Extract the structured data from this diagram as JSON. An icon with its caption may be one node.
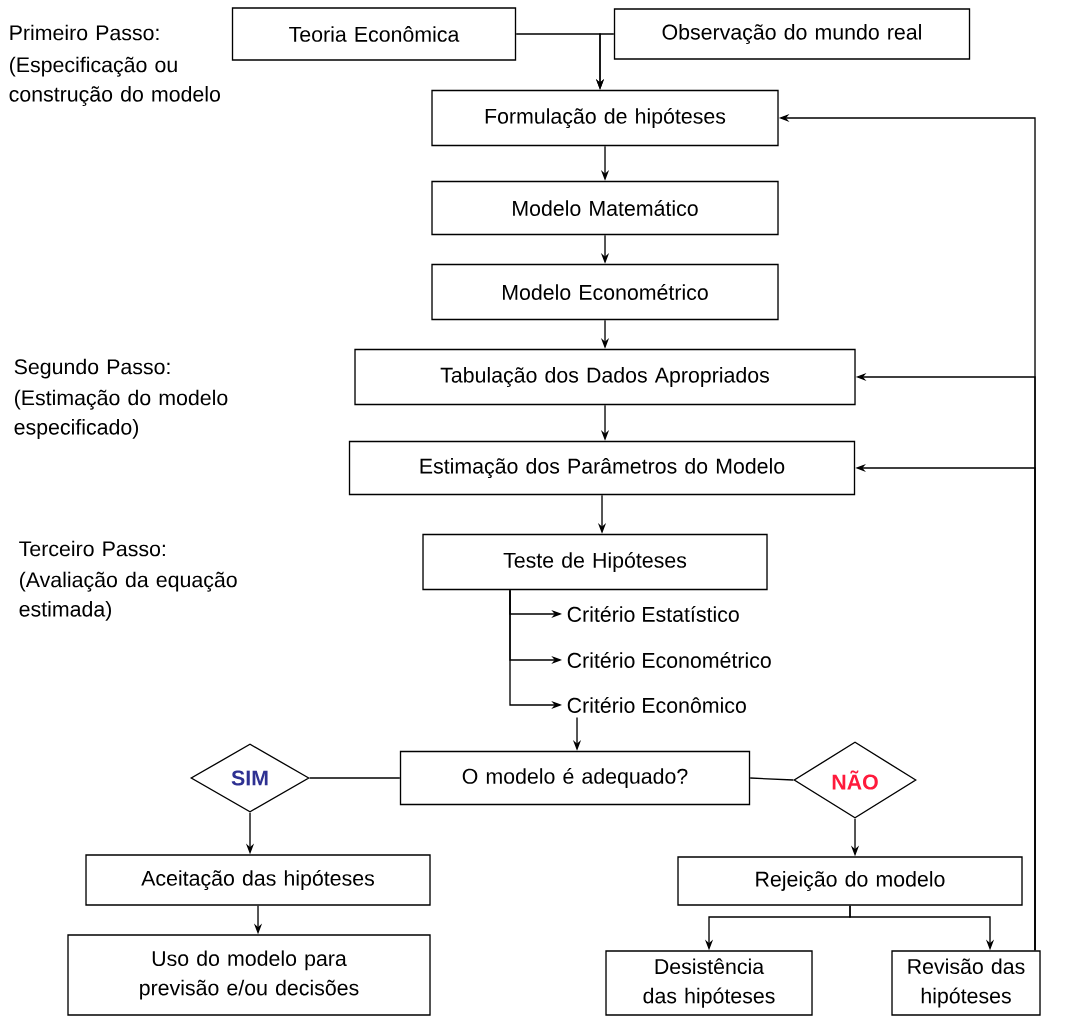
{
  "diagram": {
    "nodes": [
      {
        "text": [
          "Teoria Econômica"
        ]
      },
      {
        "text": [
          "Observação do mundo real"
        ]
      },
      {
        "text": [
          "Formulação de hipóteses"
        ]
      },
      {
        "text": [
          "Modelo Matemático"
        ]
      },
      {
        "text": [
          "Modelo Econométrico"
        ]
      },
      {
        "text": [
          "Tabulação dos Dados Apropriados"
        ]
      },
      {
        "text": [
          "Estimação dos Parâmetros do Modelo"
        ]
      },
      {
        "text": [
          "Teste de Hipóteses"
        ]
      },
      {
        "text": [
          "Critério Estatístico"
        ]
      },
      {
        "text": [
          "Critério Econométrico"
        ]
      },
      {
        "text": [
          "Critério Econômico"
        ]
      },
      {
        "text": [
          "O modelo é adequado?"
        ]
      },
      {
        "text": [
          "SIM"
        ]
      },
      {
        "text": [
          "NÃO"
        ]
      },
      {
        "text": [
          "Aceitação das hipóteses"
        ]
      },
      {
        "text": [
          "Uso do modelo para previsão e/ou decisões"
        ]
      },
      {
        "text": [
          "Rejeição do modelo"
        ]
      },
      {
        "text": [
          "Desistência das hipóteses"
        ]
      },
      {
        "text": [
          "Revisão das hipóteses"
        ]
      }
    ],
    "edges": [
      {
        "from": 0,
        "to": 2,
        "arrow": "to"
      },
      {
        "from": 1,
        "to": 2,
        "arrow": "to"
      },
      {
        "from": 2,
        "to": 3,
        "arrow": "to"
      },
      {
        "from": 3,
        "to": 4,
        "arrow": "to"
      },
      {
        "from": 4,
        "to": 5,
        "arrow": "to"
      },
      {
        "from": 5,
        "to": 6,
        "arrow": "to"
      },
      {
        "from": 6,
        "to": 7,
        "arrow": "to"
      },
      {
        "from": 7,
        "to": 8,
        "arrow": "to"
      },
      {
        "from": 7,
        "to": 9,
        "arrow": "to"
      },
      {
        "from": 7,
        "to": 10,
        "arrow": "to"
      },
      {
        "from": 10,
        "to": 11,
        "arrow": "to"
      },
      {
        "from": 11,
        "to": 12,
        "arrow": "none"
      },
      {
        "from": 11,
        "to": 13,
        "arrow": "none"
      },
      {
        "from": 12,
        "to": 14,
        "arrow": "to"
      },
      {
        "from": 13,
        "to": 16,
        "arrow": "to"
      },
      {
        "from": 14,
        "to": 15,
        "arrow": "to"
      },
      {
        "from": 16,
        "to": 17,
        "arrow": "to"
      },
      {
        "from": 16,
        "to": 18,
        "arrow": "to"
      },
      {
        "from": 18,
        "to": 2,
        "arrow": "to"
      },
      {
        "from": 18,
        "to": 5,
        "arrow": "to"
      },
      {
        "from": 18,
        "to": 6,
        "arrow": "to"
      }
    ],
    "labels": [
      "Primeiro Passo:",
      "(Especificação ou construção do modelo",
      "Segundo Passo:",
      "(Estimação do modelo especificado)",
      "Terceiro Passo:",
      "(Avaliação da equação estimada)"
    ]
  }
}
